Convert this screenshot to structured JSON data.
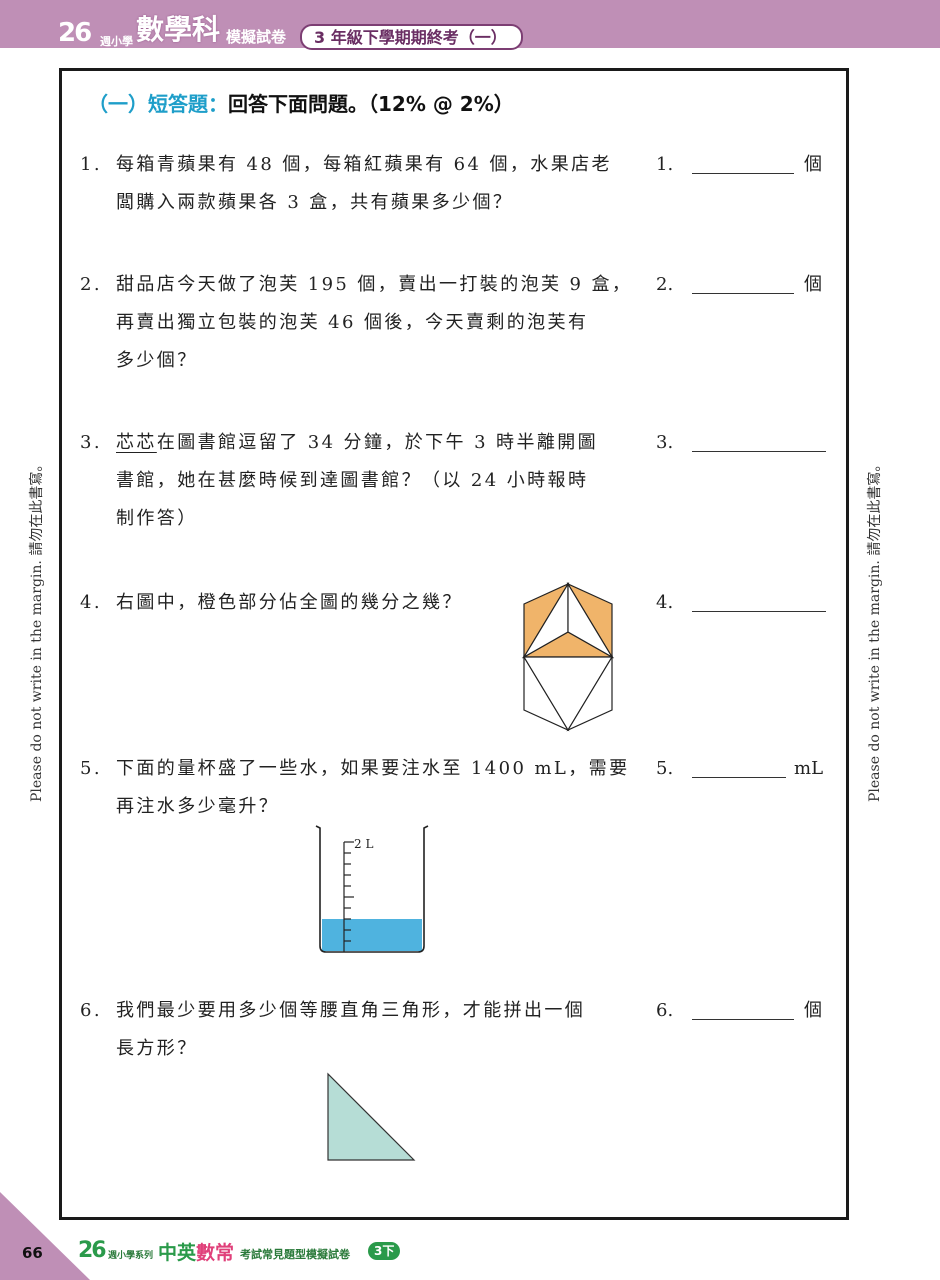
{
  "header": {
    "logo": "26",
    "logo_sub": "週小學",
    "subject": "數學科",
    "paper_type": "模擬試卷",
    "exam": "3 年級下學期期終考（一）"
  },
  "section": {
    "number": "（一）",
    "name": "短答題：",
    "instruction": "回答下面問題。（12% @ 2%）"
  },
  "questions": [
    {
      "num": "1.",
      "lines": [
        "每箱青蘋果有 48 個，每箱紅蘋果有 64 個，水果店老",
        "闆購入兩款蘋果各 3 盒，共有蘋果多少個？"
      ],
      "ans_num": "1.",
      "unit": "個"
    },
    {
      "num": "2.",
      "lines": [
        "甜品店今天做了泡芙 195 個，賣出一打裝的泡芙 9 盒，",
        "再賣出獨立包裝的泡芙 46 個後，今天賣剩的泡芙有",
        "多少個？"
      ],
      "ans_num": "2.",
      "unit": "個"
    },
    {
      "num": "3.",
      "name": "芯芯",
      "lines": [
        "在圖書館逗留了 34 分鐘，於下午 3 時半離開圖",
        "書館，她在甚麼時候到達圖書館？（以 24 小時報時",
        "制作答）"
      ],
      "ans_num": "3.",
      "unit": ""
    },
    {
      "num": "4.",
      "lines": [
        "右圖中，橙色部分佔全圖的幾分之幾？"
      ],
      "ans_num": "4.",
      "unit": ""
    },
    {
      "num": "5.",
      "lines": [
        "下面的量杯盛了一些水，如果要注水至 1400 mL，需要",
        "再注水多少毫升？"
      ],
      "ans_num": "5.",
      "unit": "mL"
    },
    {
      "num": "6.",
      "lines": [
        "我們最少要用多少個等腰直角三角形，才能拼出一個",
        "長方形？"
      ],
      "ans_num": "6.",
      "unit": "個"
    }
  ],
  "beaker": {
    "capacity_label": "2 L",
    "tick_count": 10,
    "water_level_ticks": 3
  },
  "margin_note": "Please do not write in the margin.  請勿在此書寫。",
  "footer": {
    "page_number": "66",
    "logo": "26",
    "series": "週小學系列",
    "brand_1": "中英",
    "brand_2": "數常",
    "desc": "考試常見題型模擬試卷",
    "grade": "3下"
  },
  "colors": {
    "header": "#bf8fb6",
    "section_title": "#1e9ec9",
    "orange": "#f0b46a",
    "water": "#4fb3df",
    "triangle": "#b6ddd6",
    "footer_green": "#2a9a4a"
  }
}
